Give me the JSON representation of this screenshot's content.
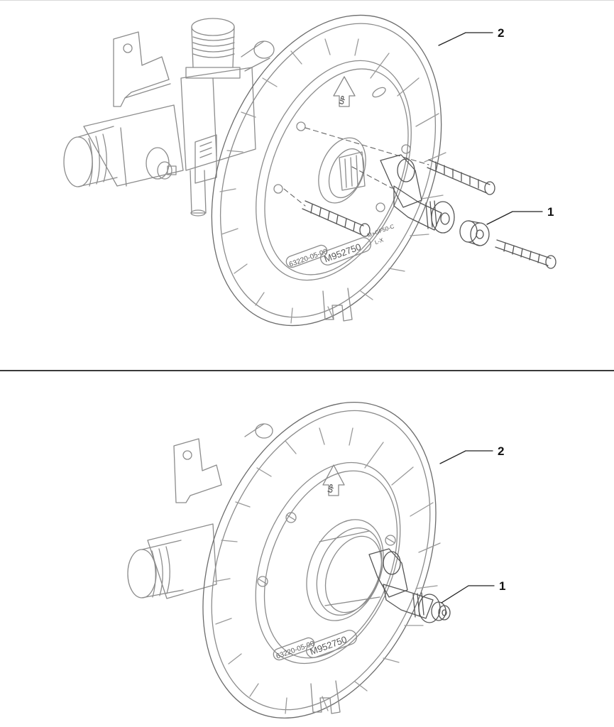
{
  "panels": [
    {
      "callouts": [
        {
          "number": "2"
        },
        {
          "number": "1"
        }
      ],
      "plate_markings": {
        "up": "UP",
        "part_code": "63220-05-00",
        "model": "M952750",
        "valve_label_1": "M+GF50-C",
        "valve_label_2": "L-X"
      }
    },
    {
      "callouts": [
        {
          "number": "2"
        },
        {
          "number": "1"
        }
      ],
      "plate_markings": {
        "up": "UP",
        "part_code": "63220-05-00",
        "model": "M952750"
      }
    }
  ],
  "colors": {
    "line": "#8c8c8c",
    "dark_line": "#4a4a4a",
    "divider": "#3a3a3a",
    "callout_text": "#111111"
  }
}
